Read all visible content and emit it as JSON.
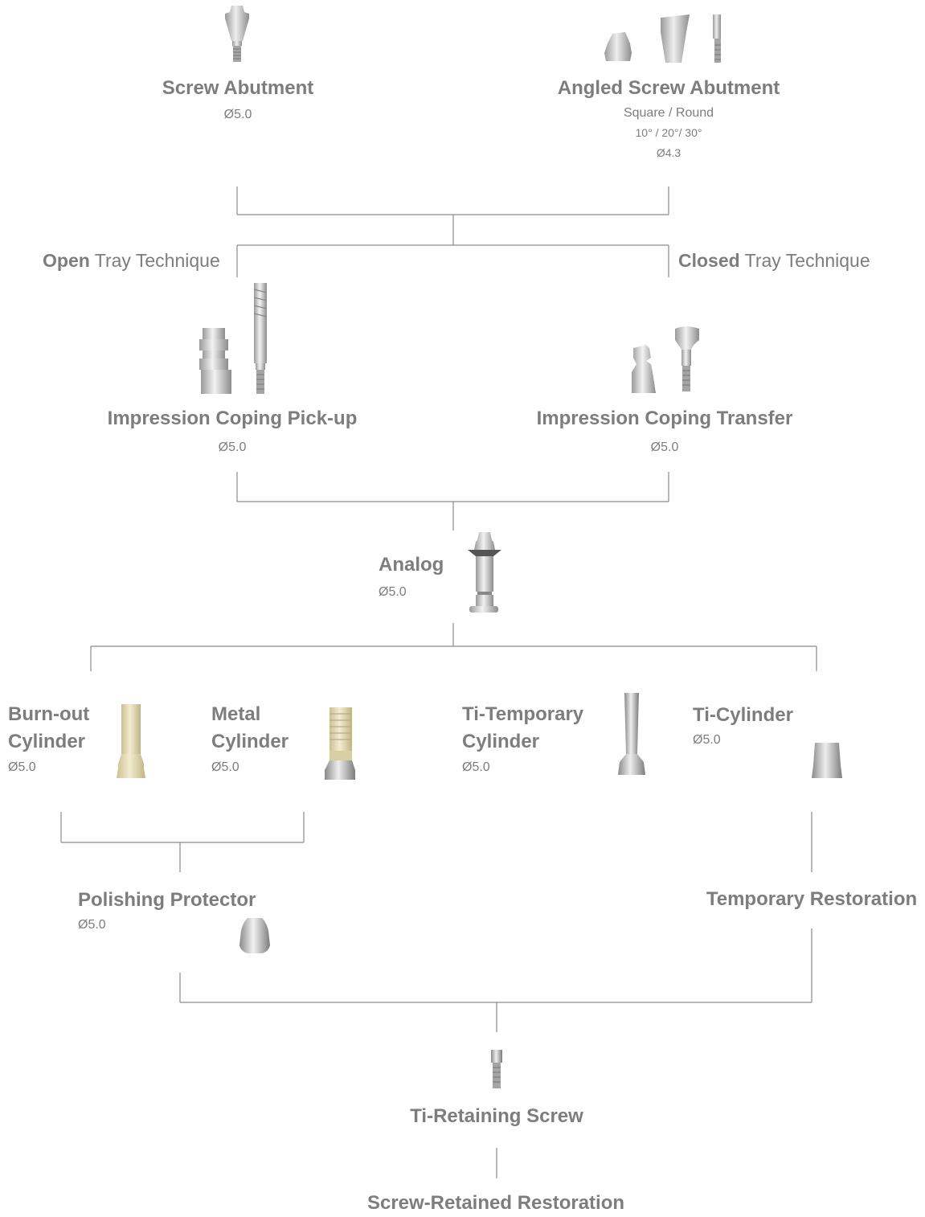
{
  "screw_abutment": {
    "title": "Screw Abutment",
    "dia": "Ø5.0"
  },
  "angled_screw_abutment": {
    "title": "Angled Screw Abutment",
    "shape": "Square / Round",
    "angles": "10° / 20°/ 30°",
    "dia": "Ø4.3"
  },
  "open_tray": {
    "bold": "Open",
    "rest": " Tray Technique"
  },
  "closed_tray": {
    "bold": "Closed",
    "rest": " Tray Technique"
  },
  "coping_pickup": {
    "title": "Impression Coping Pick-up",
    "dia": "Ø5.0"
  },
  "coping_transfer": {
    "title": "Impression Coping Transfer",
    "dia": "Ø5.0"
  },
  "analog": {
    "title": "Analog",
    "dia": "Ø5.0"
  },
  "burnout": {
    "line1": "Burn-out",
    "line2": "Cylinder",
    "dia": "Ø5.0"
  },
  "metal": {
    "line1": "Metal",
    "line2": "Cylinder",
    "dia": "Ø5.0"
  },
  "ti_temporary": {
    "line1": "Ti-Temporary",
    "line2": "Cylinder",
    "dia": "Ø5.0"
  },
  "ti_cylinder": {
    "title": "Ti-Cylinder",
    "dia": "Ø5.0"
  },
  "polishing": {
    "title": "Polishing Protector",
    "dia": "Ø5.0"
  },
  "temporary_restoration": {
    "title": "Temporary Restoration"
  },
  "retaining_screw": {
    "title": "Ti-Retaining Screw"
  },
  "screw_retained": {
    "title": "Screw-Retained Restoration"
  },
  "colors": {
    "text": "#7d7d7d",
    "line": "#8a8a8a",
    "metal": "#c8c8c8",
    "burnout": "#e8dfb8"
  }
}
